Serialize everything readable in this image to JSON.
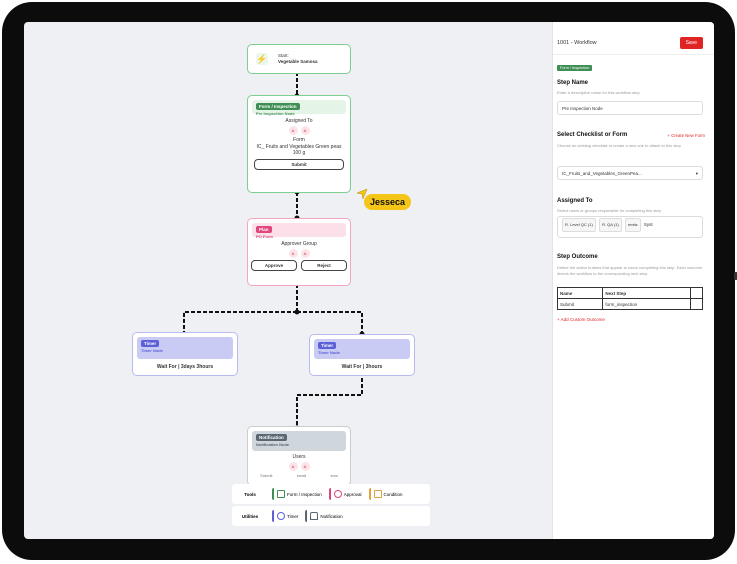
{
  "panel": {
    "title": "1001 - Workflow",
    "save_label": "Save",
    "badge": "Form / Inspection",
    "step_name": {
      "label": "Step Name",
      "help": "Enter a descriptive name for this workflow step.",
      "value": "Pre Inspection Node"
    },
    "checklist": {
      "label": "Select Checklist or Form",
      "create_link": "+ Create New Form",
      "help": "Choose an existing checklist or create a new one to attach to this step.",
      "value": "IC_Fruits_and_Vegetables_GreenPea..."
    },
    "assigned": {
      "label": "Assigned To",
      "help": "Select users or groups responsible for completing this step.",
      "chips": [
        "R. Level QC (1)",
        "R. QA (1)",
        "emits"
      ],
      "more": "Syst"
    },
    "outcome": {
      "label": "Step Outcome",
      "help": "Define the action buttons that appear to users completing this step. Each outcome directs the workflow to the corresponding next step.",
      "col_name": "Name",
      "col_next": "Next Step",
      "row_name": "Submit",
      "row_next": "form_inspection",
      "add_link": "+ Add Custom Outcome"
    }
  },
  "nodes": {
    "start": {
      "line1": "Start:",
      "line2": "Vegetable Samosa"
    },
    "form": {
      "tag": "Form / Inspection",
      "sub": "Pre Inspection Node",
      "assigned": "Assigned To",
      "form_label": "Form",
      "form_value": "IC_ Fruits and Vegetables Green peas 100 g",
      "submit": "Submit"
    },
    "plan": {
      "tag": "Plan",
      "sub": "PO Form",
      "group": "Approver Group",
      "approve": "Approve",
      "reject": "Reject"
    },
    "timer1": {
      "tag": "Timer",
      "sub": "Timer Node",
      "wait": "Wait For | 3days 3hours"
    },
    "timer2": {
      "tag": "Timer",
      "sub": "Timer Node",
      "wait": "Wait For | 3hours"
    },
    "notification": {
      "tag": "Notification",
      "sub": "Notification Node",
      "users": "Users",
      "c1": "Submit",
      "c2": "email",
      "c3": "sms"
    }
  },
  "cursor_user": "Jesseca",
  "toolbar": {
    "tools_label": "Tools",
    "utilities_label": "Utilities",
    "form": "Form / Inspection",
    "approval": "Approval",
    "condition": "Condition",
    "timer": "Timer",
    "notification": "Notification"
  },
  "avatar_letters": "A",
  "colors": {
    "form": "#3f8f55",
    "plan": "#e0457b",
    "timer": "#5b5fd8",
    "notification": "#5a6670",
    "save": "#e02424",
    "cursor": "#f5c518"
  }
}
